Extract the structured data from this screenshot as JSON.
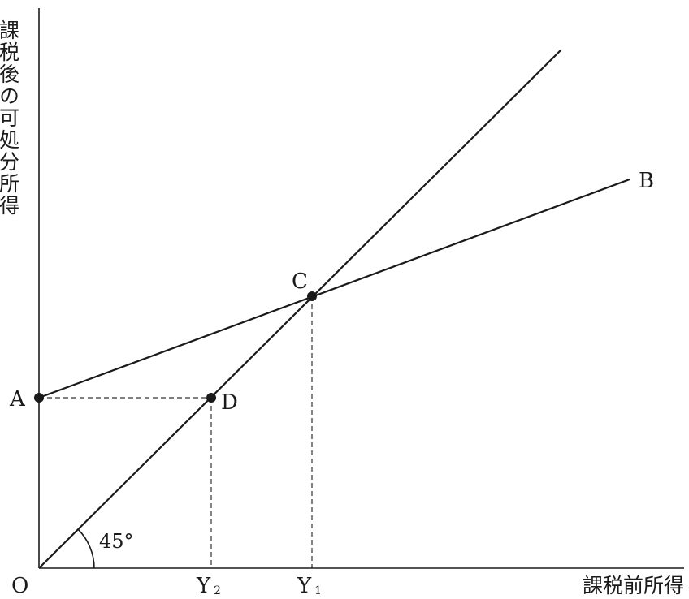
{
  "y_axis_title": "課税後の可処分所得",
  "x_axis_title": "課税前所得",
  "points": {
    "origin": "O",
    "a": "A",
    "b": "B",
    "c": "C",
    "d": "D"
  },
  "x_ticks": {
    "y2_main": "Y",
    "y2_sub": "2",
    "y1_main": "Y",
    "y1_sub": "1"
  },
  "angle_label": "45°"
}
